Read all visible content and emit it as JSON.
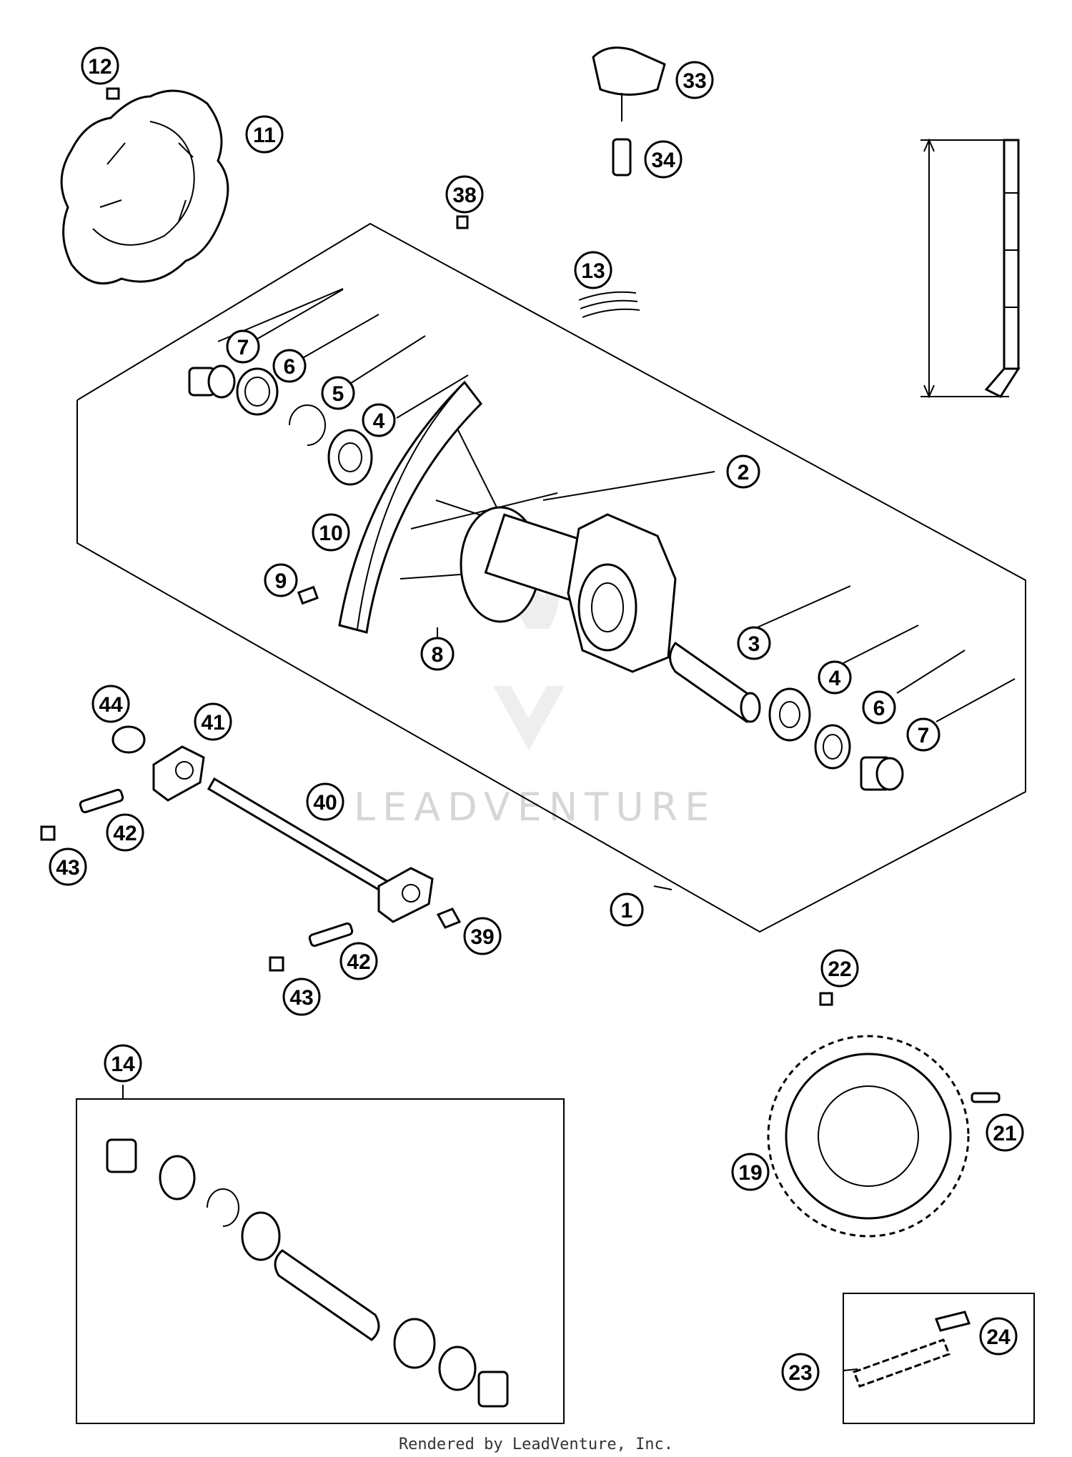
{
  "watermark": "LEADVENTURE",
  "footer": "Rendered by LeadVenture, Inc.",
  "callouts": [
    {
      "id": "c1",
      "label": "1"
    },
    {
      "id": "c2",
      "label": "2"
    },
    {
      "id": "c3",
      "label": "3"
    },
    {
      "id": "c4a",
      "label": "4"
    },
    {
      "id": "c4b",
      "label": "4"
    },
    {
      "id": "c5",
      "label": "5"
    },
    {
      "id": "c6a",
      "label": "6"
    },
    {
      "id": "c6b",
      "label": "6"
    },
    {
      "id": "c7a",
      "label": "7"
    },
    {
      "id": "c7b",
      "label": "7"
    },
    {
      "id": "c8",
      "label": "8"
    },
    {
      "id": "c9",
      "label": "9"
    },
    {
      "id": "c10",
      "label": "10"
    },
    {
      "id": "c11",
      "label": "11"
    },
    {
      "id": "c12",
      "label": "12"
    },
    {
      "id": "c13",
      "label": "13"
    },
    {
      "id": "c14",
      "label": "14"
    },
    {
      "id": "c19",
      "label": "19"
    },
    {
      "id": "c21",
      "label": "21"
    },
    {
      "id": "c22",
      "label": "22"
    },
    {
      "id": "c23",
      "label": "23"
    },
    {
      "id": "c24",
      "label": "24"
    },
    {
      "id": "c33",
      "label": "33"
    },
    {
      "id": "c34",
      "label": "34"
    },
    {
      "id": "c38",
      "label": "38"
    },
    {
      "id": "c39",
      "label": "39"
    },
    {
      "id": "c40",
      "label": "40"
    },
    {
      "id": "c41",
      "label": "41"
    },
    {
      "id": "c42a",
      "label": "42"
    },
    {
      "id": "c42b",
      "label": "42"
    },
    {
      "id": "c43a",
      "label": "43"
    },
    {
      "id": "c43b",
      "label": "43"
    },
    {
      "id": "c44",
      "label": "44"
    }
  ]
}
